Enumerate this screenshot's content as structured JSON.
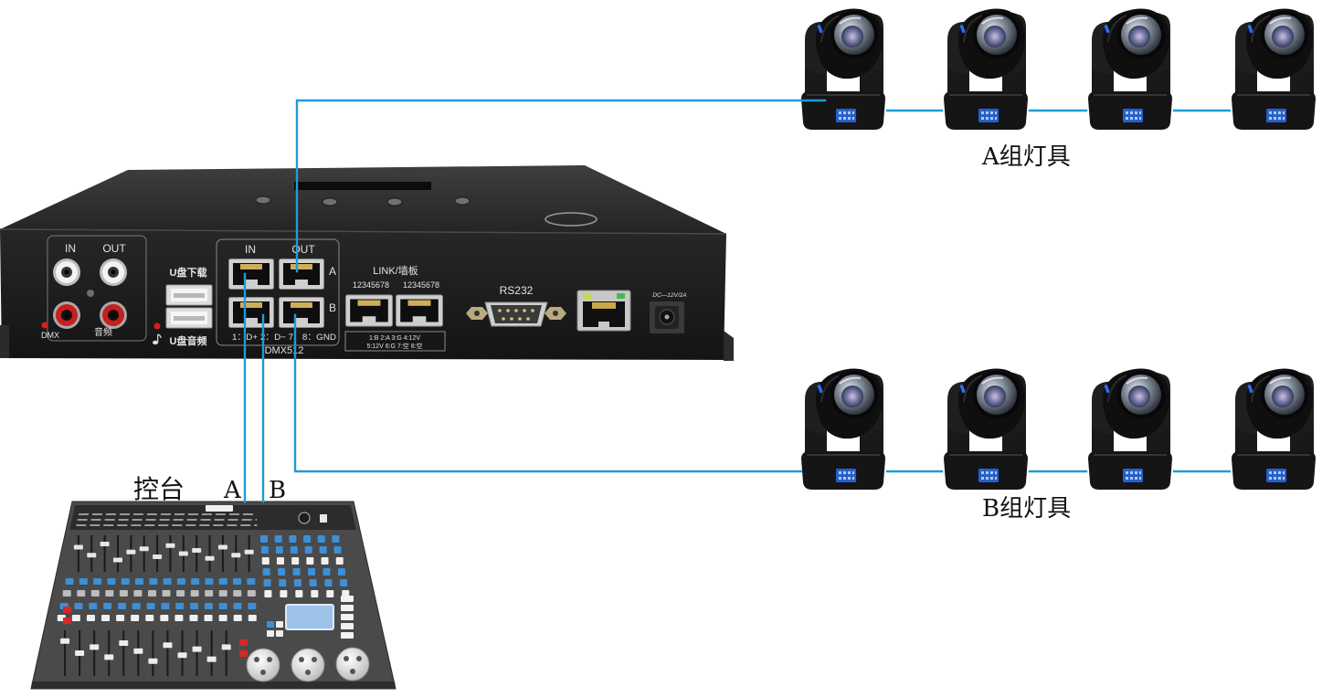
{
  "controller": {
    "audio": {
      "in_label": "IN",
      "out_label": "OUT",
      "dmx_led_label": "DMX",
      "section_label": "音频"
    },
    "usb": {
      "download_label": "U盘下载",
      "audio_label": "U盘音频"
    },
    "dmx512": {
      "in_label": "IN",
      "out_label": "OUT",
      "row_a": "A",
      "row_b": "B",
      "pinout": "1：D+ 2：D− 7、8：GND",
      "title": "DMX512"
    },
    "link": {
      "title": "LINK/墙板",
      "pin_numbers_left": "12345678",
      "pin_numbers_right": "12345678",
      "pinout_line_1": "1:B   2:A   3:G   4:12V",
      "pinout_line_2": "5:12V  6:G  7:空  8:空"
    },
    "rs232_label": "RS232",
    "power_label": "DC—12V/2A"
  },
  "fixture_groups": {
    "group_a": {
      "label": "A组灯具"
    },
    "group_b": {
      "label": "B组灯具"
    }
  },
  "console": {
    "label": "控台",
    "output_a": "A",
    "output_b": "B"
  },
  "colors": {
    "cable": "#1f9bd7",
    "controller_body": "#1b1b1b",
    "rca_red": "#c81e1e",
    "led_red": "#d42020",
    "fixture_display": "#2760c9"
  }
}
